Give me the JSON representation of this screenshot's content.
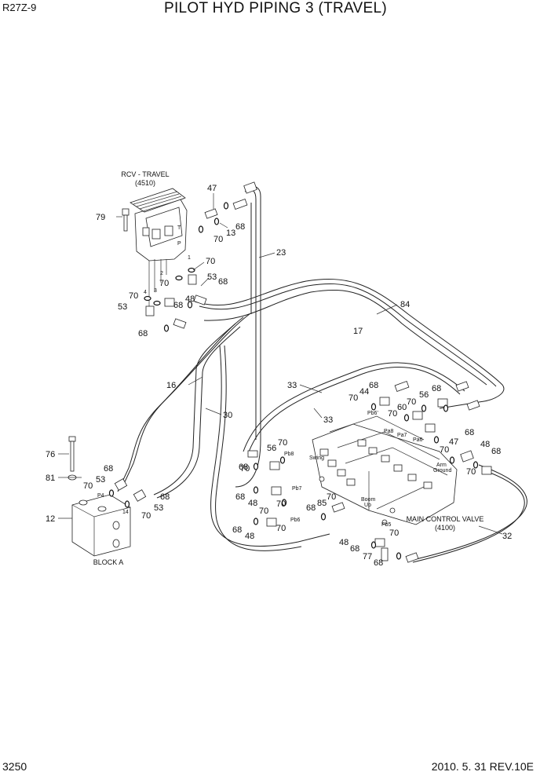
{
  "header": {
    "model": "R27Z-9",
    "title": "PILOT HYD PIPING 3 (TRAVEL)"
  },
  "footer": {
    "page_number": "3250",
    "revision": "2010. 5. 31  REV.10E"
  },
  "components": {
    "rcv_travel": "RCV - TRAVEL",
    "rcv_travel_code": "(4510)",
    "main_control_valve": "MAIN CONTROL VALVE",
    "main_control_valve_code": "(4100)",
    "block_a": "BLOCK A"
  },
  "port_labels": {
    "t": "T",
    "p": "P",
    "n1": "1",
    "n2": "2",
    "n3": "3",
    "n4": "4",
    "p4": "P4",
    "n14": "14",
    "pb8": "Pb8",
    "pb7": "Pb7",
    "pb6": "Pb6",
    "pb5": "Pb5",
    "pa8": "Pa8",
    "pa7": "Pa7",
    "pa6": "Pa6",
    "pb6b": "Pb6'",
    "arm": "Arm",
    "ground": "Ground",
    "boom": "Boom",
    "up": "Up",
    "swing": "Swing"
  },
  "callouts": [
    {
      "id": "c47a",
      "text": "47"
    },
    {
      "id": "c79",
      "text": "79"
    },
    {
      "id": "c13",
      "text": "13"
    },
    {
      "id": "c70a",
      "text": "70"
    },
    {
      "id": "c68a",
      "text": "68"
    },
    {
      "id": "c23",
      "text": "23"
    },
    {
      "id": "c70b",
      "text": "70"
    },
    {
      "id": "c70c",
      "text": "70"
    },
    {
      "id": "c53a",
      "text": "53"
    },
    {
      "id": "c68b",
      "text": "68"
    },
    {
      "id": "c70d",
      "text": "70"
    },
    {
      "id": "c48a",
      "text": "48"
    },
    {
      "id": "c53b",
      "text": "53"
    },
    {
      "id": "c68c",
      "text": "68"
    },
    {
      "id": "c68d",
      "text": "68"
    },
    {
      "id": "c84",
      "text": "84"
    },
    {
      "id": "c17",
      "text": "17"
    },
    {
      "id": "c16",
      "text": "16"
    },
    {
      "id": "c30",
      "text": "30"
    },
    {
      "id": "c33a",
      "text": "33"
    },
    {
      "id": "c33b",
      "text": "33"
    },
    {
      "id": "c68e",
      "text": "68"
    },
    {
      "id": "c70e",
      "text": "70"
    },
    {
      "id": "c44",
      "text": "44"
    },
    {
      "id": "c70f",
      "text": "70"
    },
    {
      "id": "c56a",
      "text": "56"
    },
    {
      "id": "c68f",
      "text": "68"
    },
    {
      "id": "c70g",
      "text": "70"
    },
    {
      "id": "c60",
      "text": "60"
    },
    {
      "id": "c70h",
      "text": "70"
    },
    {
      "id": "c47b",
      "text": "47"
    },
    {
      "id": "c68g",
      "text": "68"
    },
    {
      "id": "c70i",
      "text": "70"
    },
    {
      "id": "c48b",
      "text": "48"
    },
    {
      "id": "c68h",
      "text": "68"
    },
    {
      "id": "c70j",
      "text": "70"
    },
    {
      "id": "c76",
      "text": "76"
    },
    {
      "id": "c81",
      "text": "81"
    },
    {
      "id": "c68i",
      "text": "68"
    },
    {
      "id": "c53c",
      "text": "53"
    },
    {
      "id": "c70k",
      "text": "70"
    },
    {
      "id": "c68j",
      "text": "68"
    },
    {
      "id": "c70l",
      "text": "70"
    },
    {
      "id": "c53d",
      "text": "53"
    },
    {
      "id": "c12",
      "text": "12"
    },
    {
      "id": "c70m",
      "text": "70"
    },
    {
      "id": "c56b",
      "text": "56"
    },
    {
      "id": "c68k",
      "text": "68"
    },
    {
      "id": "c70n",
      "text": "70"
    },
    {
      "id": "c68l",
      "text": "68"
    },
    {
      "id": "c48c",
      "text": "48"
    },
    {
      "id": "c70o",
      "text": "70"
    },
    {
      "id": "c70p",
      "text": "70"
    },
    {
      "id": "c68m",
      "text": "68"
    },
    {
      "id": "c85",
      "text": "85"
    },
    {
      "id": "c70q",
      "text": "70"
    },
    {
      "id": "c68n",
      "text": "68"
    },
    {
      "id": "c48d",
      "text": "48"
    },
    {
      "id": "c70r",
      "text": "70"
    },
    {
      "id": "c48e",
      "text": "48"
    },
    {
      "id": "c68o",
      "text": "68"
    },
    {
      "id": "c77",
      "text": "77"
    },
    {
      "id": "c68p",
      "text": "68"
    },
    {
      "id": "c32",
      "text": "32"
    }
  ]
}
